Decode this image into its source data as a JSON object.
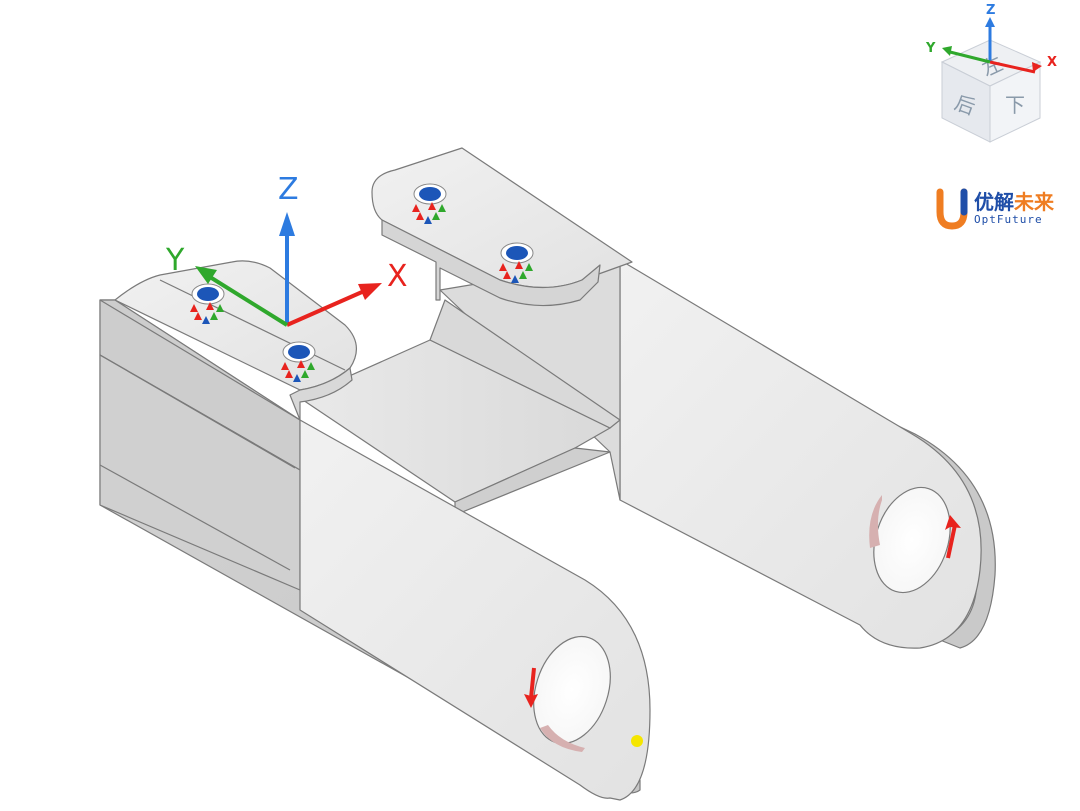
{
  "scene": {
    "triad": {
      "x_label": "X",
      "y_label": "Y",
      "z_label": "Z"
    },
    "colors": {
      "x_axis": "#e8231e",
      "y_axis": "#2fa82c",
      "z_axis": "#2d7be0",
      "part_face": "#e4e4e4",
      "edge": "#7a7a7a",
      "marker": "#f5e600"
    }
  },
  "view_cube": {
    "x_label": "X",
    "y_label": "Y",
    "z_label": "Z",
    "faces": {
      "top": "左",
      "front": "下",
      "side": "后"
    }
  },
  "logo": {
    "name_part1": "优解",
    "name_part2": "未来",
    "name_en": "OptFuture",
    "colors": {
      "primary": "#1f4ea8",
      "accent": "#ef7d22"
    }
  }
}
